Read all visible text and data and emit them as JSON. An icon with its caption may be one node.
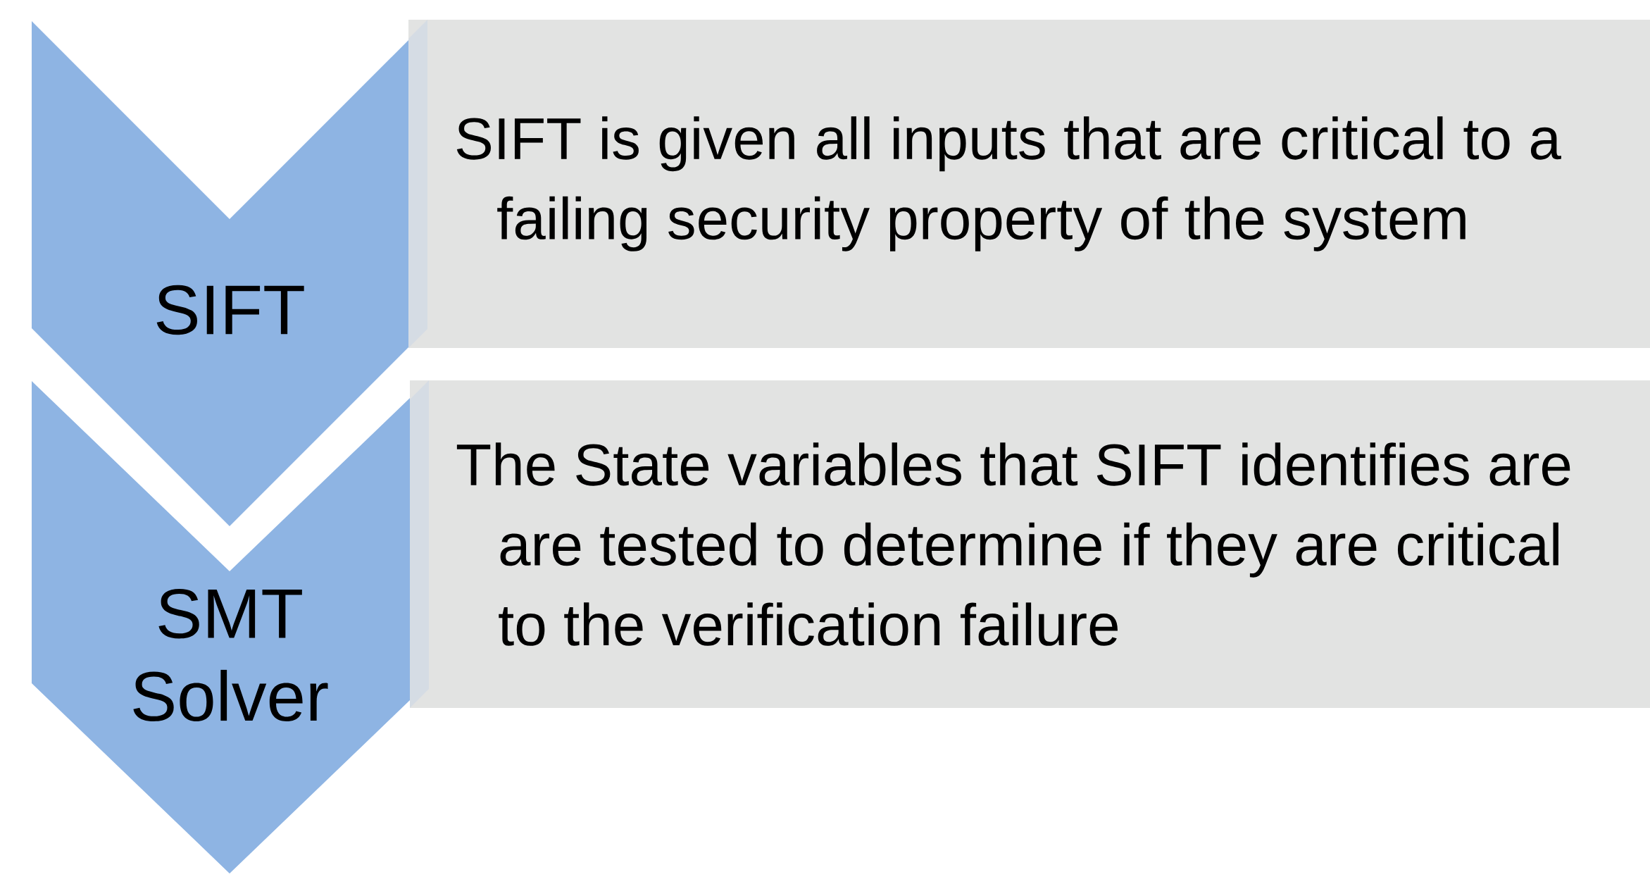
{
  "diagram": {
    "nodes": [
      {
        "text": [
          "SIFT"
        ]
      },
      {
        "text": [
          "SIFT is given all inputs that are critical to a failing security property of the system"
        ]
      },
      {
        "text": [
          "SMT Solver"
        ]
      },
      {
        "text": [
          "The State variables that SIFT identifies are are tested to determine if they are critical to the verification failure"
        ]
      }
    ]
  }
}
